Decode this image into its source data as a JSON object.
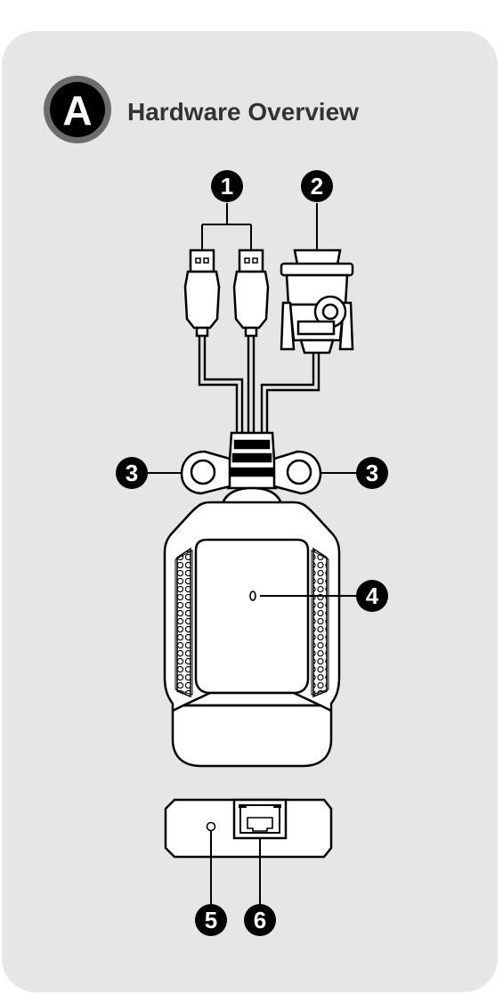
{
  "header": {
    "badge_letter": "A",
    "title": "Hardware Overview"
  },
  "callouts": {
    "c1": "1",
    "c2": "2",
    "c3_left": "3",
    "c3_right": "3",
    "c4": "4",
    "c5": "5",
    "c6": "6"
  },
  "colors": {
    "panel": "#e6e6e6",
    "ink": "#000000",
    "badge_ring": "#6d6d6d"
  }
}
